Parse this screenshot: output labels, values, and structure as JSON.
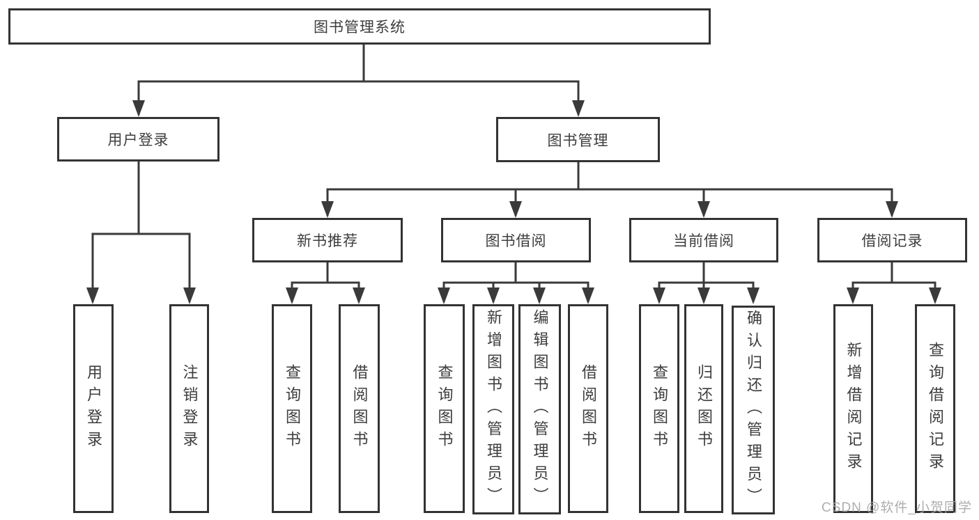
{
  "tree": {
    "label": "图书管理系统",
    "children": [
      {
        "label": "用户登录",
        "children": [
          {
            "label": "用户登录"
          },
          {
            "label": "注销登录"
          }
        ]
      },
      {
        "label": "图书管理",
        "children": [
          {
            "label": "新书推荐",
            "children": [
              {
                "label": "查询图书"
              },
              {
                "label": "借阅图书"
              }
            ]
          },
          {
            "label": "图书借阅",
            "children": [
              {
                "label": "查询图书"
              },
              {
                "label": "新增图书（管理员）"
              },
              {
                "label": "编辑图书（管理员）"
              },
              {
                "label": "借阅图书"
              }
            ]
          },
          {
            "label": "当前借阅",
            "children": [
              {
                "label": "查询图书"
              },
              {
                "label": "归还图书"
              },
              {
                "label": "确认归还（管理员）"
              }
            ]
          },
          {
            "label": "借阅记录",
            "children": [
              {
                "label": "新增借阅记录"
              },
              {
                "label": "查询借阅记录"
              }
            ]
          }
        ]
      }
    ]
  },
  "watermark": {
    "text": "CSDN @软件_小贺同学"
  },
  "colors": {
    "line": "#3a3a3a",
    "border": "#333333",
    "text": "#3d3d3d",
    "background": "#ffffff",
    "watermark": "#a5a5a5"
  }
}
